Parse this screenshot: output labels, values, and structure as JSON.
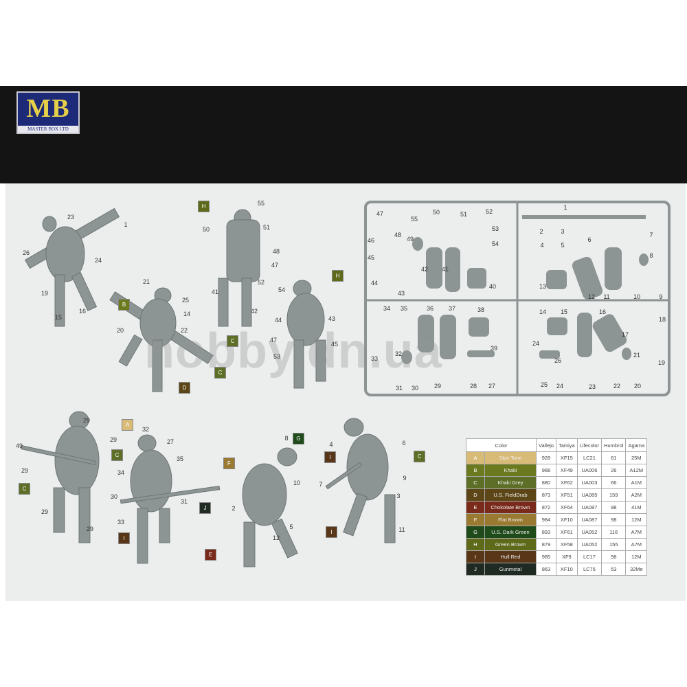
{
  "logo": {
    "text": "MB",
    "subtitle": "MASTER BOX LTD"
  },
  "watermark": "hobby.dn.ua",
  "figure_labels": [
    "23",
    "1",
    "26",
    "24",
    "19",
    "15",
    "16",
    "21",
    "25",
    "14",
    "20",
    "22",
    "55",
    "50",
    "51",
    "48",
    "47",
    "41",
    "52",
    "42",
    "54",
    "43",
    "44",
    "45",
    "47",
    "53",
    "29",
    "29",
    "49",
    "29",
    "29",
    "29",
    "32",
    "27",
    "35",
    "34",
    "30",
    "31",
    "33",
    "8",
    "10",
    "2",
    "5",
    "12",
    "4",
    "6",
    "9",
    "7",
    "3",
    "11"
  ],
  "sprue_labels": [
    "47",
    "55",
    "50",
    "51",
    "52",
    "53",
    "54",
    "1",
    "2",
    "3",
    "6",
    "4",
    "5",
    "7",
    "46",
    "48",
    "49",
    "45",
    "8",
    "44",
    "42",
    "41",
    "43",
    "40",
    "13",
    "12",
    "11",
    "10",
    "9",
    "34",
    "35",
    "36",
    "37",
    "38",
    "14",
    "15",
    "16",
    "18",
    "17",
    "33",
    "32",
    "39",
    "24",
    "26",
    "19",
    "21",
    "31",
    "30",
    "29",
    "28",
    "27",
    "25",
    "24",
    "23",
    "22",
    "20"
  ],
  "color_callouts": [
    "H",
    "B",
    "D",
    "C",
    "C",
    "H",
    "A",
    "C",
    "C",
    "I",
    "J",
    "F",
    "G",
    "I",
    "C",
    "E",
    "I"
  ],
  "color_table": {
    "headers": [
      "Color",
      "Vallejo",
      "Tamiya",
      "Lifecolor",
      "Humbrol",
      "Agama"
    ],
    "rows": [
      {
        "letter": "A",
        "name": "Skin Tone",
        "color": "#d9bb78",
        "vallejo": "928",
        "tamiya": "XF15",
        "lifecolor": "LC21",
        "humbrol": "61",
        "agama": "25M"
      },
      {
        "letter": "B",
        "name": "Khaki",
        "color": "#6b7a1f",
        "vallejo": "988",
        "tamiya": "XF49",
        "lifecolor": "UA006",
        "humbrol": "26",
        "agama": "A12M"
      },
      {
        "letter": "C",
        "name": "Khaki Grey",
        "color": "#5d6e26",
        "vallejo": "880",
        "tamiya": "XF62",
        "lifecolor": "UA003",
        "humbrol": "66",
        "agama": "A1M"
      },
      {
        "letter": "D",
        "name": "U.S. FieldDrab",
        "color": "#5c4617",
        "vallejo": "873",
        "tamiya": "XF51",
        "lifecolor": "UA085",
        "humbrol": "159",
        "agama": "A2M"
      },
      {
        "letter": "E",
        "name": "Chokolate Brown",
        "color": "#7a2a1a",
        "vallejo": "872",
        "tamiya": "XF64",
        "lifecolor": "UA087",
        "humbrol": "98",
        "agama": "41M"
      },
      {
        "letter": "F",
        "name": "Flat Brown",
        "color": "#9a7a30",
        "vallejo": "984",
        "tamiya": "XF10",
        "lifecolor": "UA087",
        "humbrol": "98",
        "agama": "12M"
      },
      {
        "letter": "G",
        "name": "U.S. Dark Green",
        "color": "#1f4a1a",
        "vallejo": "893",
        "tamiya": "XF61",
        "lifecolor": "UA052",
        "humbrol": "116",
        "agama": "A7M"
      },
      {
        "letter": "H",
        "name": "Green Brown",
        "color": "#5e6a1a",
        "vallejo": "879",
        "tamiya": "XF58",
        "lifecolor": "UA052",
        "humbrol": "155",
        "agama": "A7M"
      },
      {
        "letter": "I",
        "name": "Hull Red",
        "color": "#5a3618",
        "vallejo": "985",
        "tamiya": "XF9",
        "lifecolor": "LC17",
        "humbrol": "98",
        "agama": "12M"
      },
      {
        "letter": "J",
        "name": "Gunmetal",
        "color": "#1f2a22",
        "vallejo": "863",
        "tamiya": "XF10",
        "lifecolor": "LC76",
        "humbrol": "53",
        "agama": "32Me"
      }
    ]
  }
}
